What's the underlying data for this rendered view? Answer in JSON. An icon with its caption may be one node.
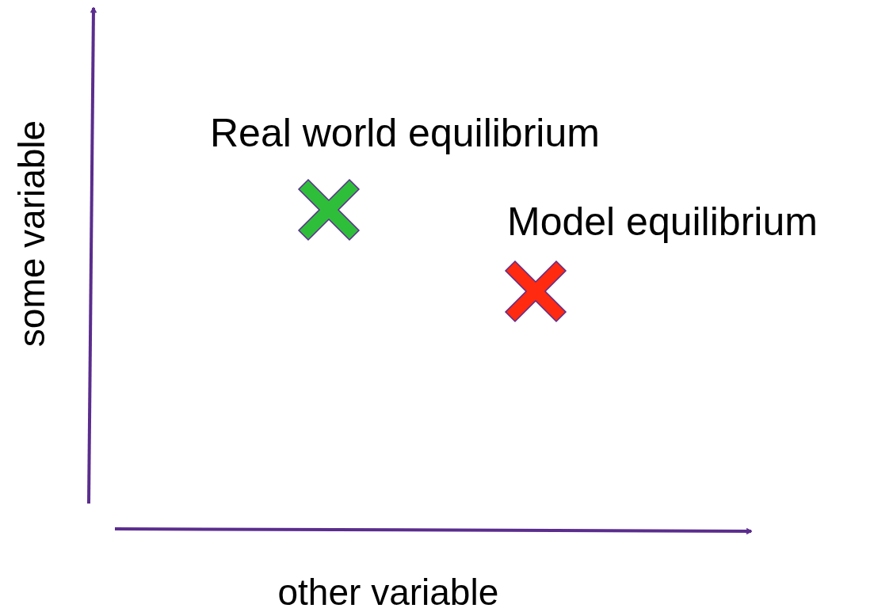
{
  "diagram": {
    "labels": [
      "Real world equilibrium",
      "Model equilibrium",
      "some variable",
      "other variable"
    ]
  }
}
